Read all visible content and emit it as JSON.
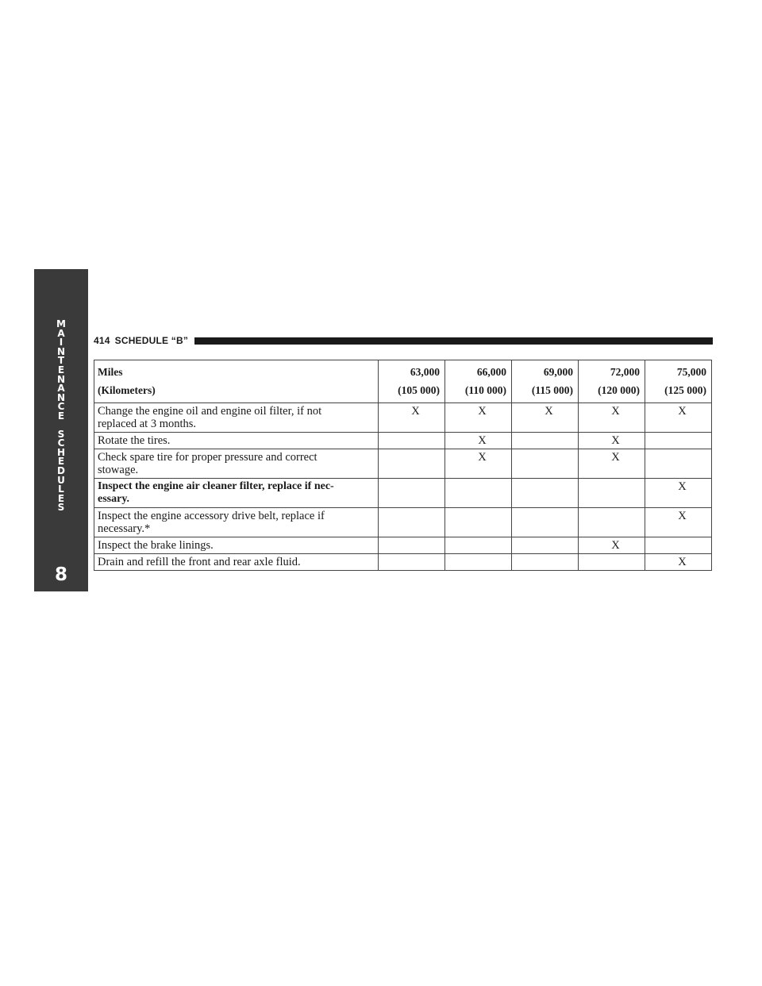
{
  "side_tab": {
    "letters_top": [
      "M",
      "A",
      "I",
      "N",
      "T",
      "E",
      "N",
      "A",
      "N",
      "C",
      "E"
    ],
    "letters_bottom": [
      "S",
      "C",
      "H",
      "E",
      "D",
      "U",
      "L",
      "E",
      "S"
    ],
    "chapter_number": "8"
  },
  "header": {
    "page_number": "414",
    "title": "SCHEDULE “B”"
  },
  "table": {
    "header_labels": [
      "Miles",
      "(Kilometers)"
    ],
    "intervals": [
      {
        "miles": "63,000",
        "km": "(105 000)"
      },
      {
        "miles": "66,000",
        "km": "(110 000)"
      },
      {
        "miles": "69,000",
        "km": "(115 000)"
      },
      {
        "miles": "72,000",
        "km": "(120 000)"
      },
      {
        "miles": "75,000",
        "km": "(125 000)"
      }
    ],
    "rows": [
      {
        "task": [
          "Change the engine oil and engine oil filter, if not",
          "replaced at 3 months."
        ],
        "bold": false,
        "marks": [
          "X",
          "X",
          "X",
          "X",
          "X"
        ]
      },
      {
        "task": [
          "Rotate the tires."
        ],
        "bold": false,
        "marks": [
          "",
          "X",
          "",
          "X",
          ""
        ]
      },
      {
        "task": [
          "Check spare tire for proper pressure and correct",
          "stowage."
        ],
        "bold": false,
        "marks": [
          "",
          "X",
          "",
          "X",
          ""
        ]
      },
      {
        "task": [
          "Inspect the engine air cleaner filter, replace if nec-",
          "essary."
        ],
        "bold": true,
        "marks": [
          "",
          "",
          "",
          "",
          "X"
        ]
      },
      {
        "task": [
          "Inspect the engine accessory drive belt, replace if",
          "necessary.*"
        ],
        "bold": false,
        "marks": [
          "",
          "",
          "",
          "",
          "X"
        ]
      },
      {
        "task": [
          "Inspect the brake linings."
        ],
        "bold": false,
        "marks": [
          "",
          "",
          "",
          "X",
          ""
        ]
      },
      {
        "task": [
          "Drain and refill the front and rear axle fluid."
        ],
        "bold": false,
        "marks": [
          "",
          "",
          "",
          "",
          "X"
        ]
      }
    ]
  }
}
